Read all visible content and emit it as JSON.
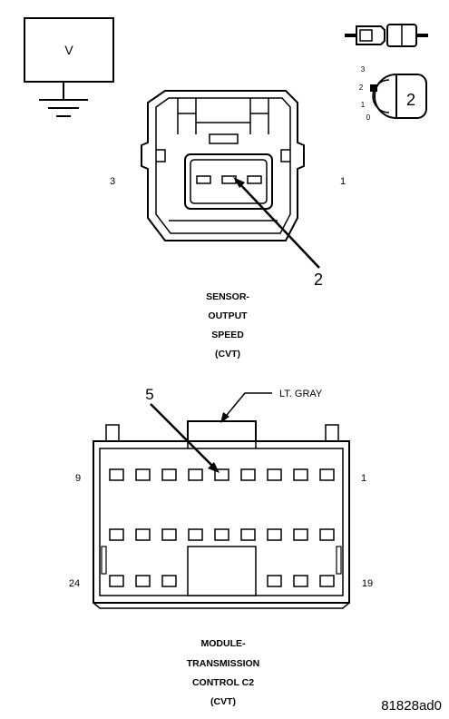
{
  "legend": {
    "voltage_symbol": "V",
    "pin_indicator_number": "2",
    "pin_scale": [
      "3",
      "2",
      "1",
      "0"
    ]
  },
  "sensor_connector": {
    "pin_left": "3",
    "pin_right": "1",
    "callout": "2",
    "caption": [
      "SENSOR-",
      "OUTPUT",
      "SPEED",
      "(CVT)"
    ]
  },
  "module_connector": {
    "callout": "5",
    "color_note": "LT. GRAY",
    "pin_top_left": "9",
    "pin_top_right": "1",
    "pin_bottom_left": "24",
    "pin_bottom_right": "19",
    "caption": [
      "MODULE-",
      "TRANSMISSION",
      "CONTROL C2",
      "(CVT)"
    ]
  },
  "figure_id": "81828ad0"
}
